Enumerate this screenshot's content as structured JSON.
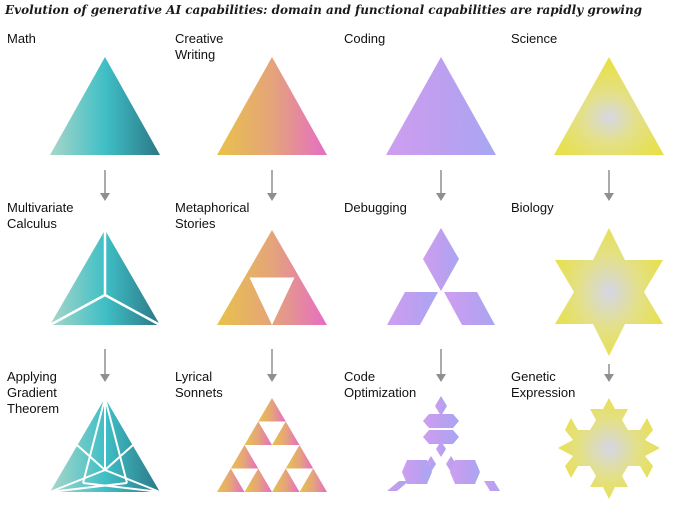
{
  "title": "Evolution of generative AI capabilities: domain and functional capabilities are rapidly growing",
  "columns": [
    {
      "id": "math",
      "labels": [
        "Math",
        "Multivariate\nCalculus",
        "Applying\nGradient\nTheorem"
      ],
      "colors": [
        "#a9d6c9",
        "#3fbfc6",
        "#2c7886"
      ]
    },
    {
      "id": "writing",
      "labels": [
        "Creative\nWriting",
        "Metaphorical\nStories",
        "Lyrical\nSonnets"
      ],
      "colors": [
        "#e8c24a",
        "#e5a47a",
        "#e66dc5"
      ]
    },
    {
      "id": "coding",
      "labels": [
        "Coding",
        "Debugging",
        "Code\nOptimization"
      ],
      "colors": [
        "#cf9ef0",
        "#bd9ff0",
        "#a7a7f2"
      ]
    },
    {
      "id": "science",
      "labels": [
        "Science",
        "Biology",
        "Genetic\nExpression"
      ],
      "colors": [
        "#cfd1dc",
        "#e3e08a",
        "#e8e04a"
      ]
    }
  ],
  "arrow_color": "#8f8f8f"
}
